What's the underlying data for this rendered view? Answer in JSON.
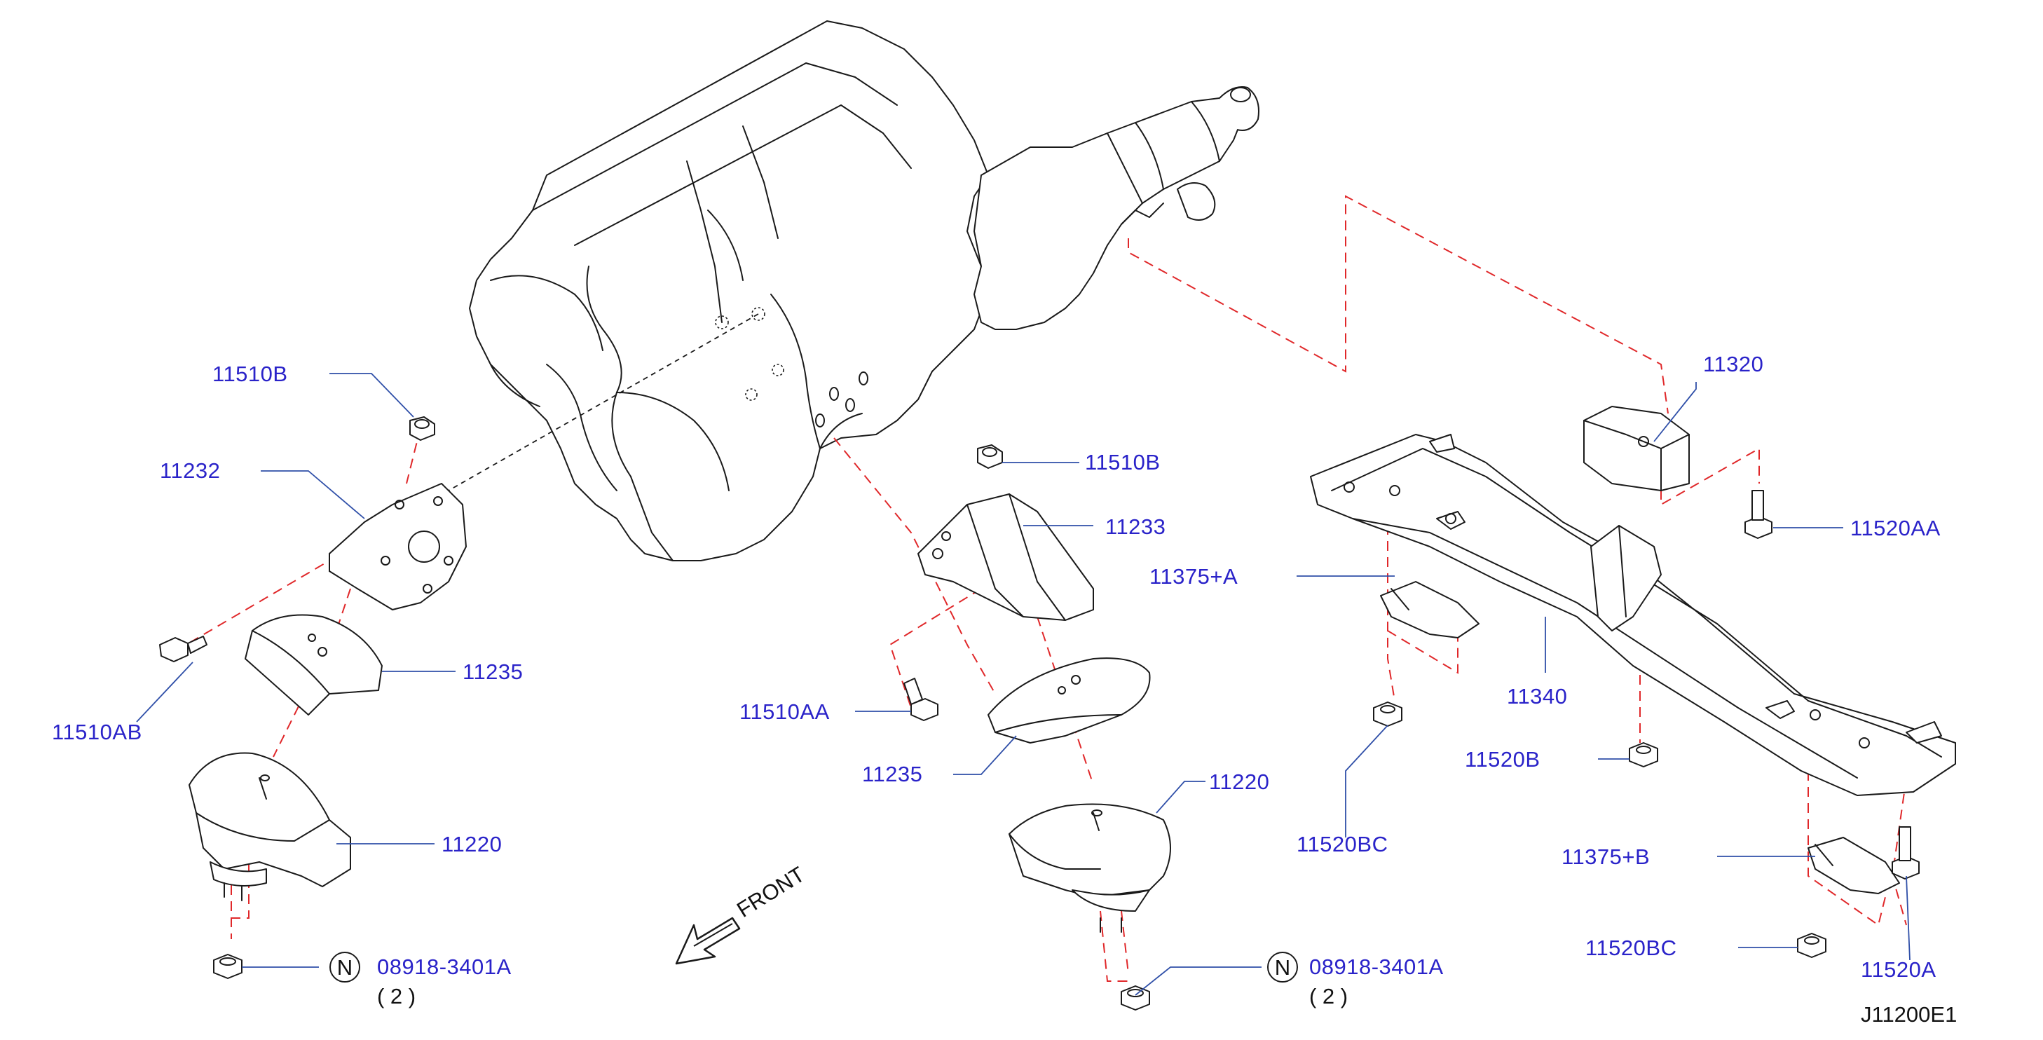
{
  "diagram_code": "J11200E1",
  "front_label": "FRONT",
  "notice_symbol": "N",
  "labels": {
    "p_11510B_left": "11510B",
    "p_11232": "11232",
    "p_11235_left": "11235",
    "p_11510AB": "11510AB",
    "p_11220_left": "11220",
    "p_08918_left": "08918-3401A",
    "p_qty_left": "( 2 )",
    "p_11510B_mid": "11510B",
    "p_11233": "11233",
    "p_11510AA": "11510AA",
    "p_11235_mid": "11235",
    "p_11220_mid": "11220",
    "p_08918_mid": "08918-3401A",
    "p_qty_mid": "( 2 )",
    "p_11320": "11320",
    "p_11520AA": "11520AA",
    "p_11375A": "11375+A",
    "p_11340": "11340",
    "p_11520B": "11520B",
    "p_11520BC_top": "11520BC",
    "p_11375B": "11375+B",
    "p_11520BC_bottom": "11520BC",
    "p_11520A": "11520A"
  },
  "colors": {
    "label_blue": "#2a23c9",
    "leader_blue": "#2f4fa8",
    "dash_red": "#e0282a",
    "ink": "#1a1a1a"
  },
  "icons": [
    "front-arrow-icon",
    "notice-n-icon"
  ]
}
